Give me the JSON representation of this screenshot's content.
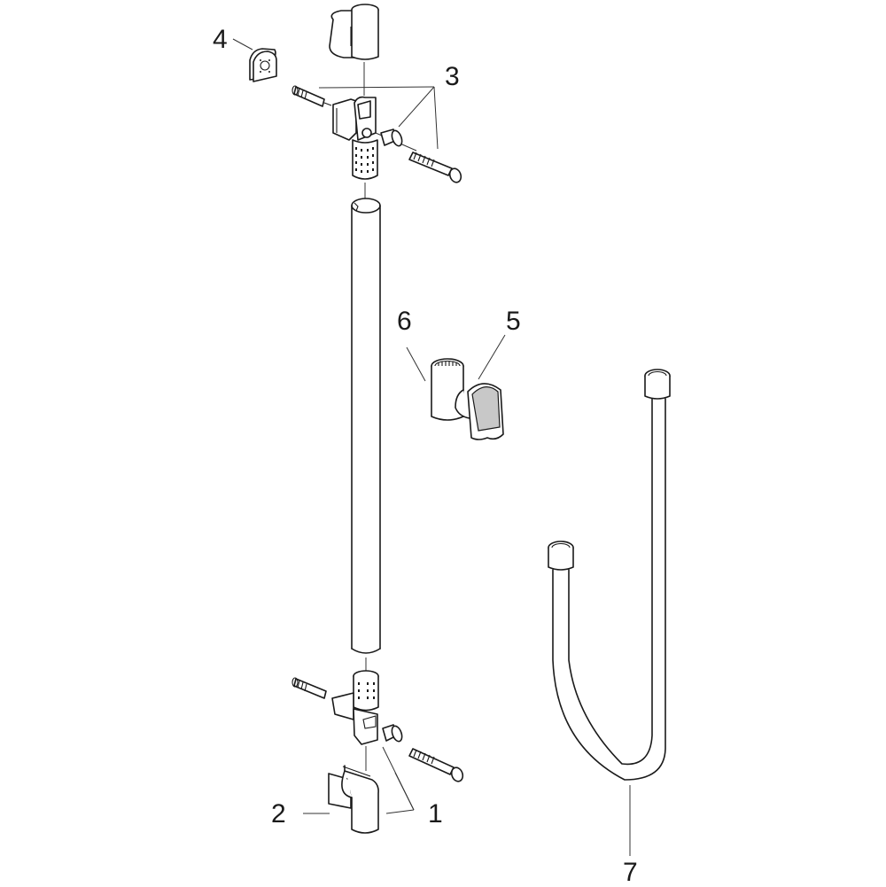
{
  "diagram": {
    "type": "exploded-parts-diagram",
    "subject": "shower rail set",
    "colors": {
      "line": "#1a1a1a",
      "background": "#ffffff",
      "shading": "#c8c8c8"
    },
    "labels": [
      {
        "id": "1",
        "text": "1",
        "part": "lower wall bracket"
      },
      {
        "id": "2",
        "text": "2",
        "part": "lower bracket cover"
      },
      {
        "id": "3",
        "text": "3",
        "part": "fixing set (dowel, spacer, screw)"
      },
      {
        "id": "4",
        "text": "4",
        "part": "end cap"
      },
      {
        "id": "5",
        "text": "5",
        "part": "shower holder insert"
      },
      {
        "id": "6",
        "text": "6",
        "part": "slider"
      },
      {
        "id": "7",
        "text": "7",
        "part": "shower hose"
      }
    ]
  }
}
